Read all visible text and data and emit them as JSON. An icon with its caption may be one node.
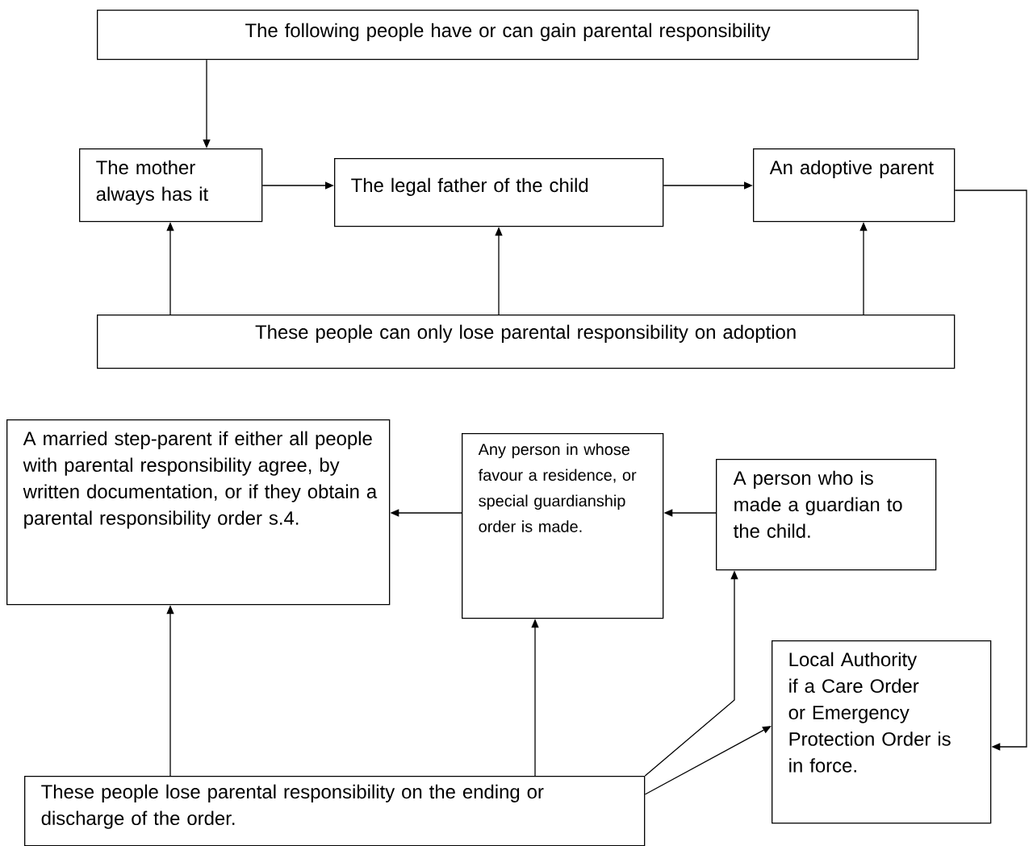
{
  "diagram": {
    "nodes": [
      {
        "text": [
          "The following people have or can gain parental responsibility"
        ]
      },
      {
        "text": [
          "The mother always has it"
        ]
      },
      {
        "text": [
          "The legal father of the child"
        ]
      },
      {
        "text": [
          "An adoptive parent"
        ]
      },
      {
        "text": [
          "These people can only lose parental responsibility on adoption"
        ]
      },
      {
        "text": [
          "A married step-parent if either all people with parental responsibility agree, by written documentation, or if they obtain a parental responsibility order s.4."
        ]
      },
      {
        "text": [
          "Any person in whose favour a residence, or special guardianship order is made."
        ]
      },
      {
        "text": [
          "A person who is made a guardian to the child."
        ]
      },
      {
        "text": [
          "Local Authority if a Care Order or Emergency Protection Order is in force."
        ]
      },
      {
        "text": [
          "These people lose parental responsibility on the ending or discharge of the order."
        ]
      }
    ],
    "edges": [
      {
        "from": 0,
        "to": 1,
        "arrow": "to"
      },
      {
        "from": 1,
        "to": 2,
        "arrow": "to"
      },
      {
        "from": 2,
        "to": 3,
        "arrow": "to"
      },
      {
        "from": 4,
        "to": 1,
        "arrow": "to"
      },
      {
        "from": 4,
        "to": 2,
        "arrow": "to"
      },
      {
        "from": 4,
        "to": 3,
        "arrow": "to"
      },
      {
        "from": 3,
        "to": 8,
        "arrow": "to"
      },
      {
        "from": 7,
        "to": 6,
        "arrow": "to"
      },
      {
        "from": 6,
        "to": 5,
        "arrow": "to"
      },
      {
        "from": 9,
        "to": 5,
        "arrow": "to"
      },
      {
        "from": 9,
        "to": 6,
        "arrow": "to"
      },
      {
        "from": 9,
        "to": 7,
        "arrow": "to"
      },
      {
        "from": 9,
        "to": 8,
        "arrow": "to"
      }
    ]
  }
}
